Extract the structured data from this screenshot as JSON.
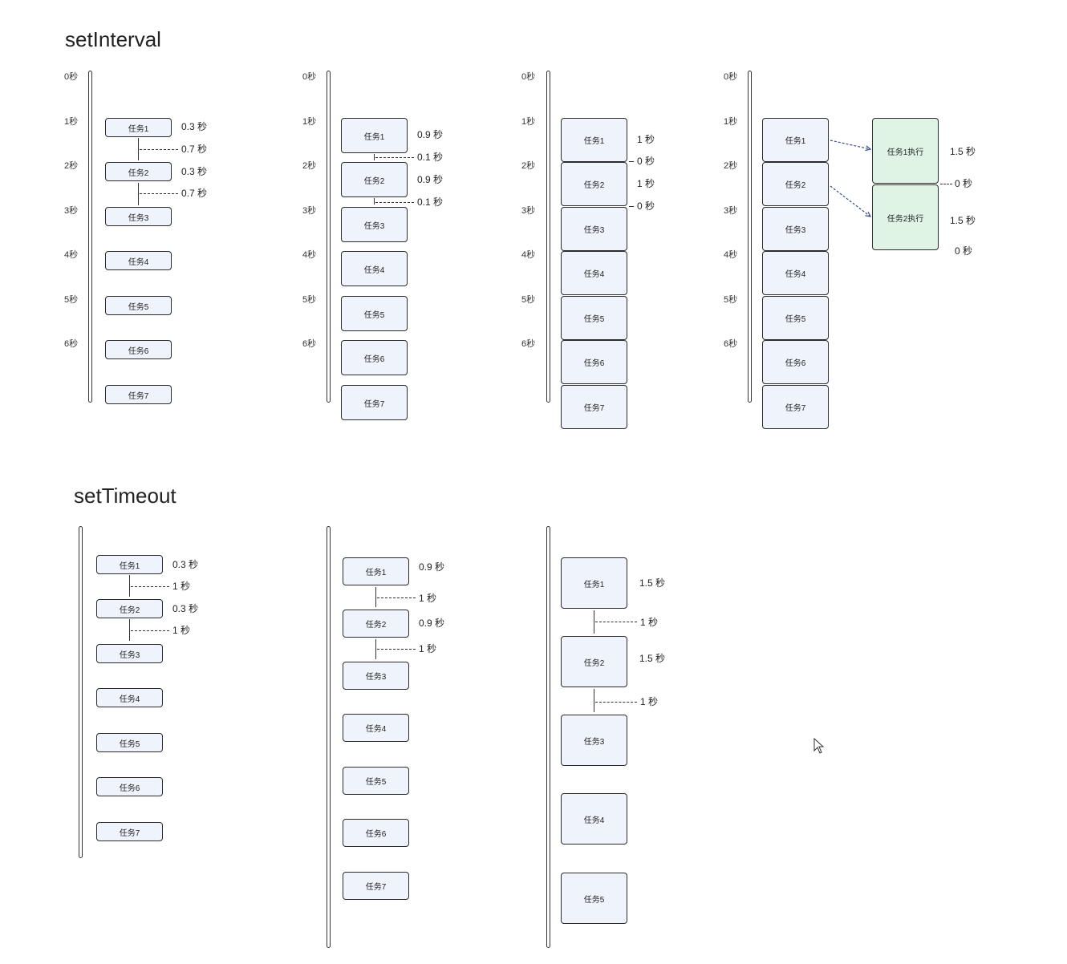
{
  "sections": [
    {
      "title": "setInterval"
    },
    {
      "title": "setTimeout"
    }
  ],
  "ticks": [
    "0秒",
    "1秒",
    "2秒",
    "3秒",
    "4秒",
    "5秒",
    "6秒"
  ],
  "tasks": [
    "任务1",
    "任务2",
    "任务3",
    "任务4",
    "任务5",
    "任务6",
    "任务7"
  ],
  "exec_tasks": [
    "任务1执行",
    "任务2执行"
  ],
  "durations": {
    "d03": "0.3 秒",
    "d07": "0.7 秒",
    "d09": "0.9 秒",
    "d01": "0.1 秒",
    "d1": "1 秒",
    "d0": "0 秒",
    "d15": "1.5 秒"
  },
  "colors": {
    "task_fill": "#eef3fc",
    "exec_fill": "#dff4e5",
    "arrow": "#3b4c8f"
  }
}
